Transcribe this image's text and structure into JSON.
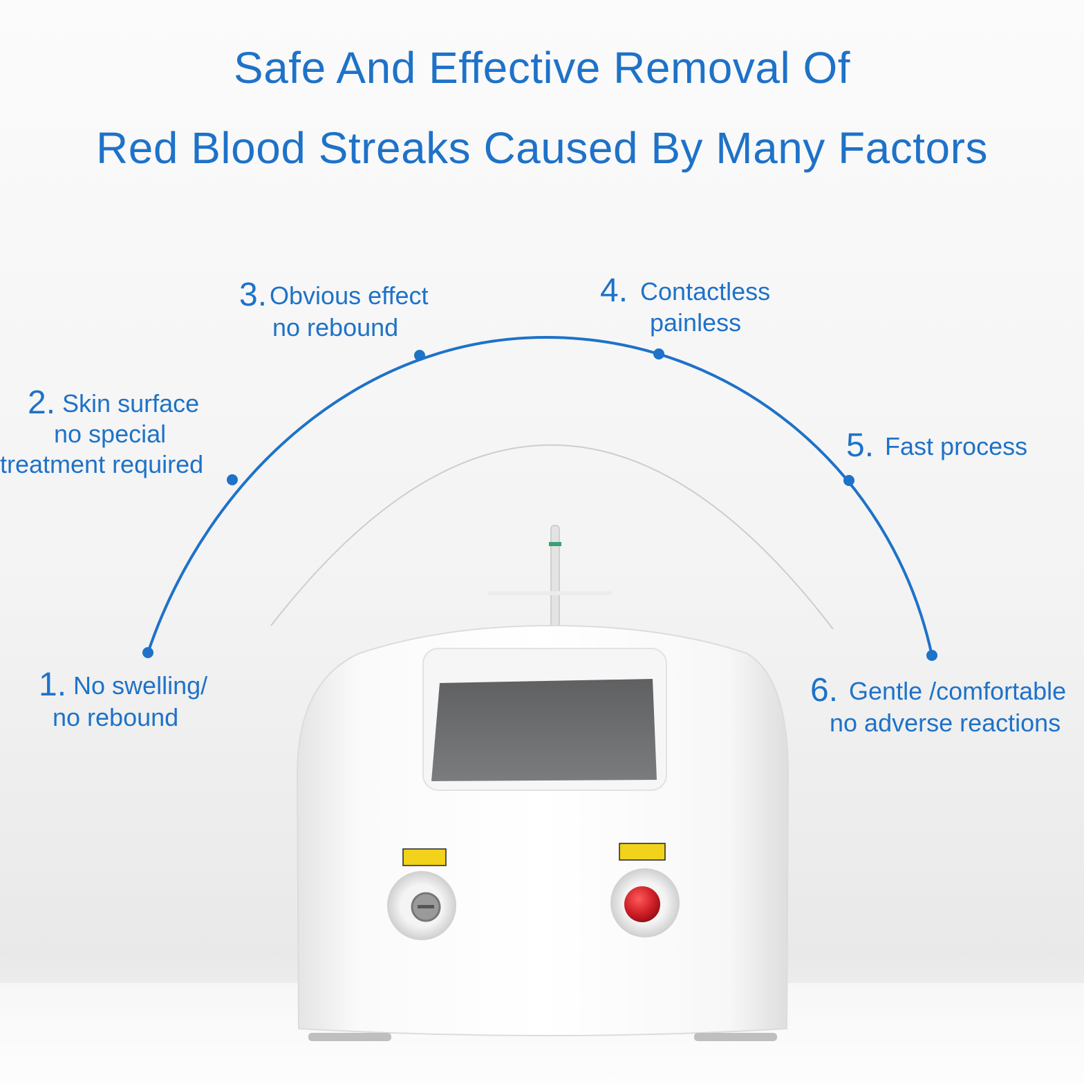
{
  "headline": {
    "line1": "Safe And Effective Removal Of",
    "line2": "Red Blood Streaks Caused By Many Factors"
  },
  "features": [
    {
      "number": "1.",
      "line1": "No swelling/",
      "line2": "no rebound"
    },
    {
      "number": "2.",
      "line1": "Skin surface",
      "line2": "no special",
      "line3": "treatment required"
    },
    {
      "number": "3.",
      "line1": "Obvious effect",
      "line2": "no rebound"
    },
    {
      "number": "4.",
      "line1": "Contactless",
      "line2": "painless"
    },
    {
      "number": "5.",
      "line1": "Fast process"
    },
    {
      "number": "6.",
      "line1": "Gentle /comfortable",
      "line2": "no adverse reactions"
    }
  ],
  "colors": {
    "accent": "#1e72c8",
    "device_body": "#ffffff",
    "screen": "#6e6f71",
    "emergency_stop": "#c81e24",
    "warning_label": "#f2d21b"
  },
  "icons": {
    "emergency_stop": "emergency-stop-icon",
    "key_switch": "key-switch-icon"
  }
}
